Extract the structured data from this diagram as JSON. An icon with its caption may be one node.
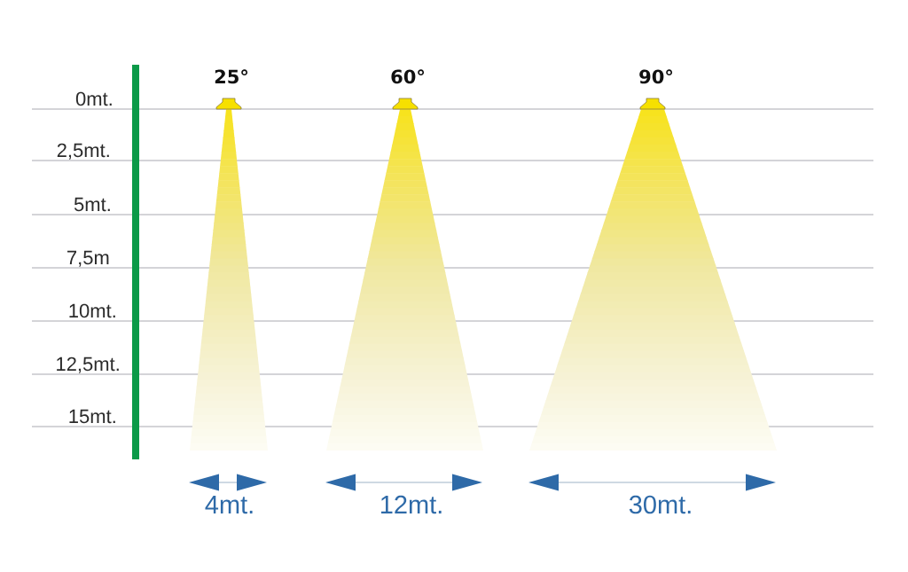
{
  "diagram": {
    "labels": [
      "25°",
      "60°",
      "90°",
      "0mt.",
      "2,5mt.",
      "5mt.",
      "7,5m",
      "10mt.",
      "12,5mt.",
      "15mt.",
      "4mt.",
      "12mt.",
      "30mt."
    ]
  }
}
